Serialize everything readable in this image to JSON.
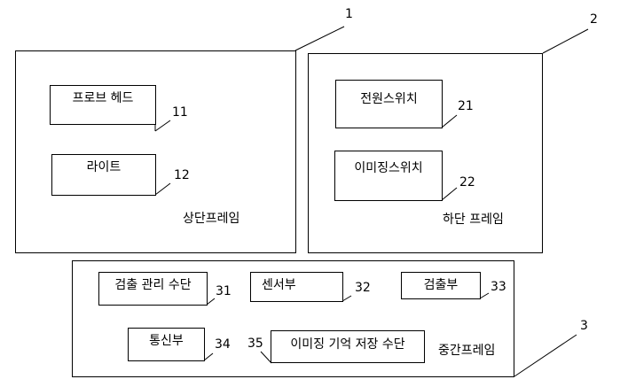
{
  "frames": {
    "upper": {
      "number": "1",
      "label": "상단프레임"
    },
    "lower": {
      "number": "2",
      "label": "하단 프레임"
    },
    "middle": {
      "number": "3",
      "label": "중간프레임"
    }
  },
  "components": {
    "probe_head": {
      "label": "프로브 헤드",
      "number": "11"
    },
    "light": {
      "label": "라이트",
      "number": "12"
    },
    "power_switch": {
      "label": "전원스위치",
      "number": "21"
    },
    "imaging_switch": {
      "label": "이미징스위치",
      "number": "22"
    },
    "detection_manager": {
      "label": "검출 관리 수단",
      "number": "31"
    },
    "sensor_unit": {
      "label": "센서부",
      "number": "32"
    },
    "detection_unit": {
      "label": "검출부",
      "number": "33"
    },
    "communication_unit": {
      "label": "통신부",
      "number": "34"
    },
    "image_storage": {
      "label": "이미징 기억 저장 수단",
      "number": "35"
    }
  }
}
